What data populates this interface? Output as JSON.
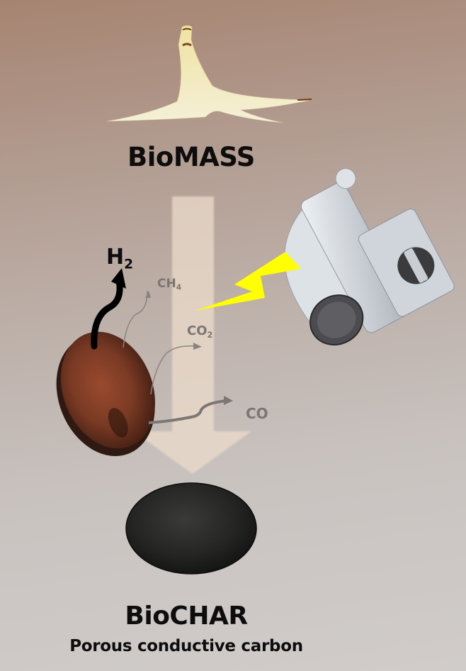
{
  "diagram": {
    "type": "process-flow",
    "source": {
      "label": "BioMASS",
      "image": "banana-peel"
    },
    "product": {
      "label": "BioCHAR",
      "subtitle": "Porous conductive carbon",
      "image": "black-carbon-disc"
    },
    "intermediate": {
      "image": "reddish-brown-biomass-disc"
    },
    "energy_source": {
      "image": "lamp-flash-device",
      "beam": "yellow-lightning-bolt"
    },
    "main_arrow": {
      "direction": "down",
      "color": "#ead8c8"
    },
    "gases": [
      {
        "formula": "H",
        "subscript": "2",
        "emphasis": "primary",
        "color": "#0d0d0d"
      },
      {
        "formula": "CH",
        "subscript": "4",
        "emphasis": "secondary",
        "color": "#7a7673"
      },
      {
        "formula": "CO",
        "subscript": "2",
        "emphasis": "secondary",
        "color": "#7a7673"
      },
      {
        "formula": "CO",
        "subscript": "",
        "emphasis": "secondary",
        "color": "#7a7673"
      }
    ],
    "colors": {
      "lightning": "#ffff00",
      "background_top": "#a68471",
      "background_bottom": "#d0ccca"
    }
  }
}
